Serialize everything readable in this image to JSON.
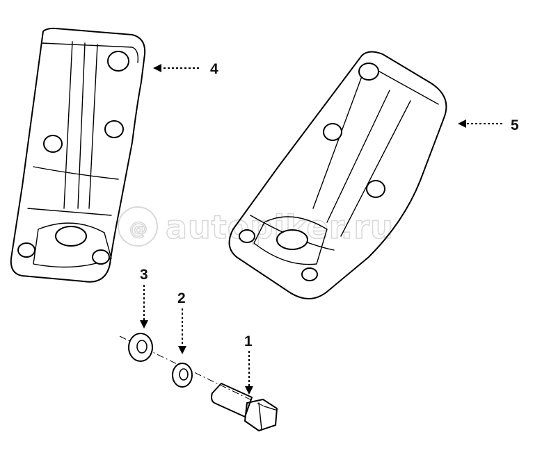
{
  "watermark": {
    "text": "autopiker.ru"
  },
  "callouts": [
    {
      "id": "1",
      "label": "1"
    },
    {
      "id": "2",
      "label": "2"
    },
    {
      "id": "3",
      "label": "3"
    },
    {
      "id": "4",
      "label": "4"
    },
    {
      "id": "5",
      "label": "5"
    }
  ]
}
